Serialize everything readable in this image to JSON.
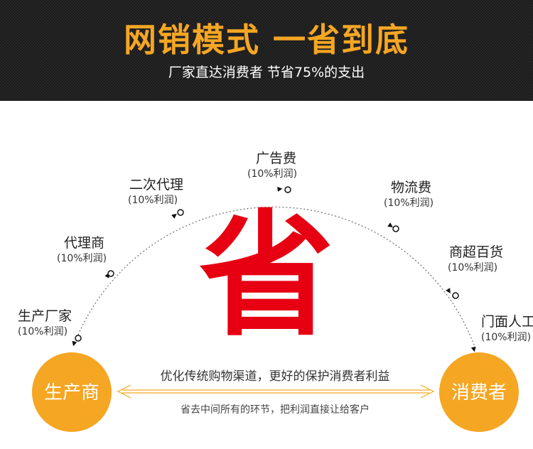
{
  "header": {
    "title": "网销模式 一省到底",
    "subtitle": "厂家直达消费者 节省75%的支出"
  },
  "big_char": "省",
  "stages": [
    {
      "name": "生产厂家",
      "profit": "(10%利润)"
    },
    {
      "name": "代理商",
      "profit": "(10%利润)"
    },
    {
      "name": "二次代理",
      "profit": "(10%利润)"
    },
    {
      "name": "广告费",
      "profit": "(10%利润)"
    },
    {
      "name": "物流费",
      "profit": "(10%利润)"
    },
    {
      "name": "商超百货",
      "profit": "(10%利润)"
    },
    {
      "name": "门面人工",
      "profit": "(10%利润)"
    }
  ],
  "producer": "生产商",
  "consumer": "消费者",
  "middle_text": "优化传统购物渠道，更好的保护消费者利益",
  "bottom_text": "省去中间所有的环节，把利润直接让给客户",
  "colors": {
    "accent": "#f5a623",
    "red": "#e60012",
    "header_bg": "#1b1b1b"
  }
}
